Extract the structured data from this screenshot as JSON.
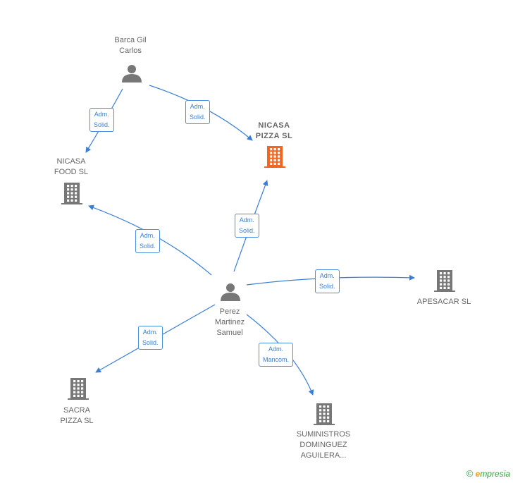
{
  "nodes": [
    {
      "id": "barca",
      "type": "person",
      "label": "Barca Gil\nCarlos",
      "color": "#777777"
    },
    {
      "id": "nicasa_pizza",
      "type": "company",
      "label": "NICASA\nPIZZA  SL",
      "color": "#f26522",
      "main": true
    },
    {
      "id": "nicasa_food",
      "type": "company",
      "label": "NICASA\nFOOD  SL",
      "color": "#777777"
    },
    {
      "id": "perez",
      "type": "person",
      "label": "Perez\nMartinez\nSamuel",
      "color": "#777777"
    },
    {
      "id": "apesacar",
      "type": "company",
      "label": "APESACAR  SL",
      "color": "#777777"
    },
    {
      "id": "sacra",
      "type": "company",
      "label": "SACRA\nPIZZA  SL",
      "color": "#777777"
    },
    {
      "id": "suministros",
      "type": "company",
      "label": "SUMINISTROS\nDOMINGUEZ\nAGUILERA...",
      "color": "#777777"
    }
  ],
  "edges": [
    {
      "from": "barca",
      "to": "nicasa_food",
      "label": "Adm.\nSolid."
    },
    {
      "from": "barca",
      "to": "nicasa_pizza",
      "label": "Adm.\nSolid."
    },
    {
      "from": "perez",
      "to": "nicasa_food",
      "label": "Adm.\nSolid."
    },
    {
      "from": "perez",
      "to": "nicasa_pizza",
      "label": "Adm.\nSolid."
    },
    {
      "from": "perez",
      "to": "apesacar",
      "label": "Adm.\nSolid."
    },
    {
      "from": "perez",
      "to": "sacra",
      "label": "Adm.\nSolid."
    },
    {
      "from": "perez",
      "to": "suministros",
      "label": "Adm.\nMancom."
    }
  ],
  "edge_color": "#3a7fd5",
  "footer": {
    "copyright": "©",
    "brand": "mpresia",
    "brand_initial": "e"
  }
}
